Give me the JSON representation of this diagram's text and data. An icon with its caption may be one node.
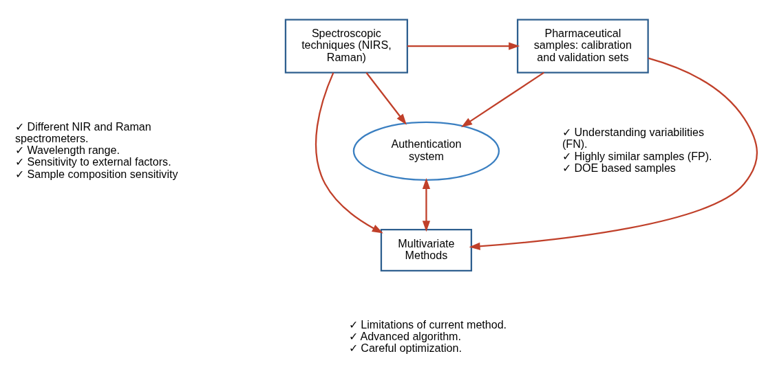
{
  "diagram": {
    "nodes": [
      {
        "text": [
          "Spectroscopic techniques (NIRS, Raman)"
        ],
        "beside": [
          "✓ Different NIR and Raman spectrometers.",
          "✓ Wavelength range.",
          "✓ Sensitivity to external factors.",
          "✓ Sample composition sensitivity"
        ]
      },
      {
        "text": [
          "Pharmaceutical samples: calibration and validation sets"
        ],
        "beside": [
          "✓ Understanding variabilities (FN).",
          "✓ Highly similar samples (FP).",
          "✓ DOE based samples"
        ]
      },
      {
        "text": [
          "Authentication system"
        ]
      },
      {
        "text": [
          "Multivariate Methods"
        ],
        "beside": [
          "✓ Limitations of current method.",
          "✓ Advanced algorithm.",
          "✓ Careful optimization."
        ]
      }
    ],
    "edges": [
      {
        "from": 0,
        "to": 1,
        "arrow": "to"
      },
      {
        "from": 0,
        "to": 2,
        "arrow": "to"
      },
      {
        "from": 1,
        "to": 2,
        "arrow": "to"
      },
      {
        "from": 0,
        "to": 3,
        "arrow": "to"
      },
      {
        "from": 1,
        "to": 3,
        "arrow": "to"
      },
      {
        "from": 2,
        "to": 3,
        "arrow": "both"
      }
    ]
  }
}
